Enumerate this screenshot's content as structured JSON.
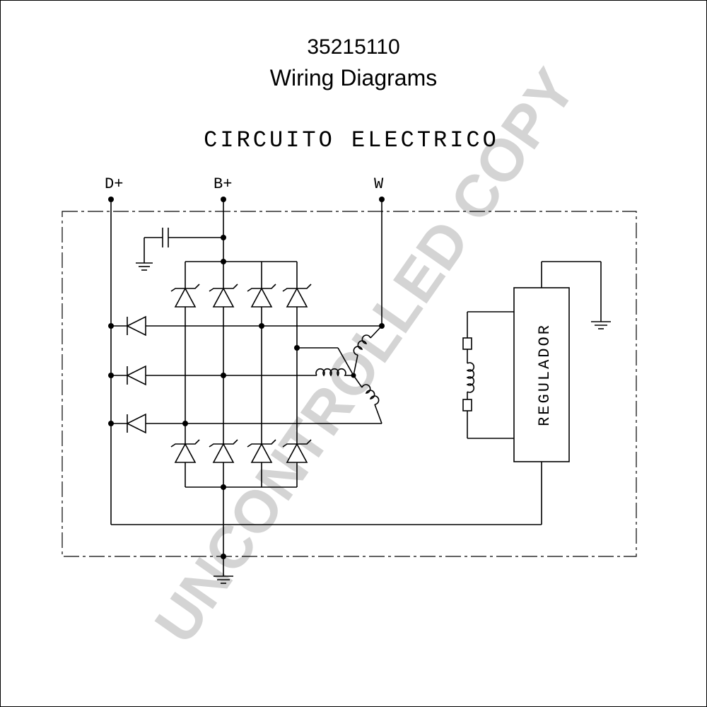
{
  "header": {
    "part_number": "35215110",
    "subtitle": "Wiring Diagrams"
  },
  "diagram": {
    "heading": "CIRCUITO ELECTRICO",
    "terminals": {
      "d_plus": "D+",
      "b_plus": "B+",
      "w": "W"
    },
    "regulator_label": "REGULADOR"
  },
  "watermark": {
    "text": "UNCONTROLLED COPY",
    "color": "#d4d4d4"
  }
}
